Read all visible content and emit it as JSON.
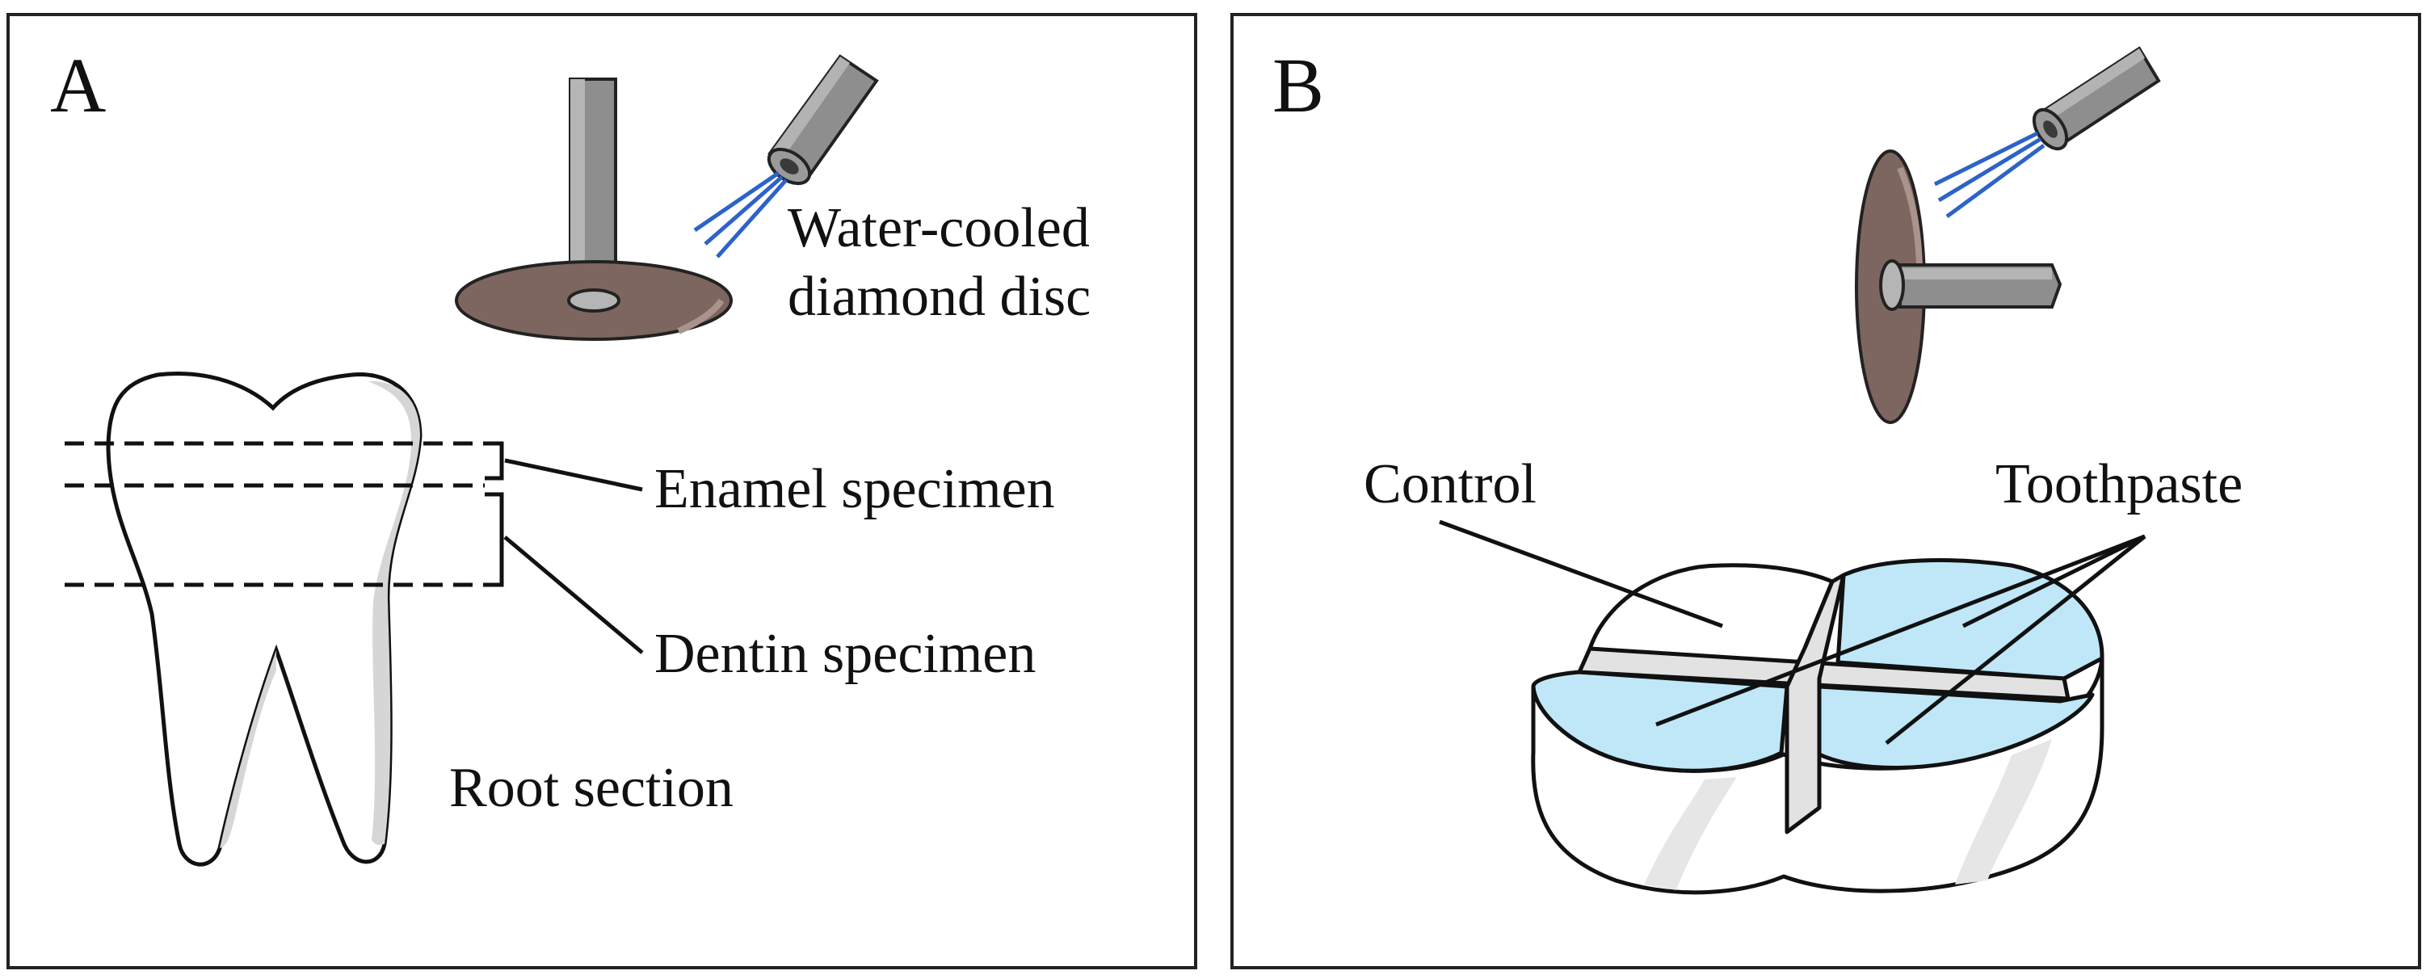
{
  "panels": [
    {
      "letter": "A",
      "labels": {
        "disc_line1": "Water-cooled",
        "disc_line2": "diamond disc",
        "enamel": "Enamel specimen",
        "dentin": "Dentin specimen",
        "root": "Root section"
      }
    },
    {
      "letter": "B",
      "labels": {
        "control": "Control",
        "toothpaste": "Toothpaste"
      }
    }
  ],
  "colors": {
    "frame": "#222222",
    "disc_brown": "#7d665f",
    "metal_gray": "#8e8e8e",
    "water_blue": "#2d63c8",
    "treated_blue": "#bfe7f8",
    "tooth_shadow": "#d6d6d6"
  }
}
